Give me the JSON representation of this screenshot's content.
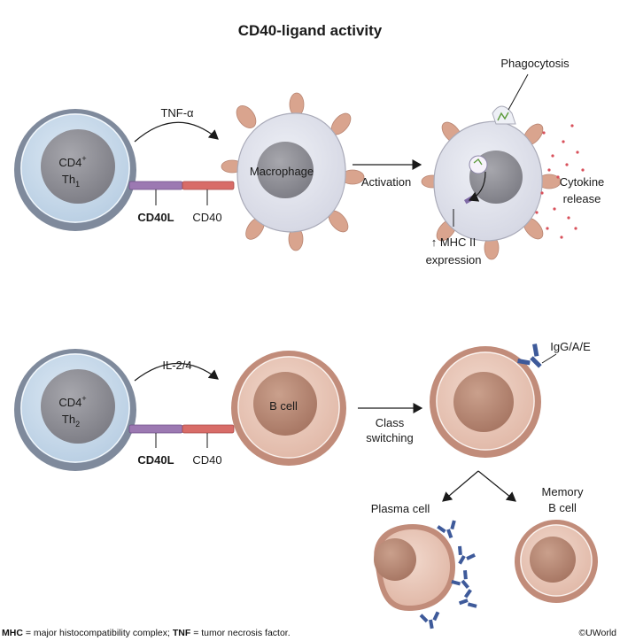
{
  "title": "CD40-ligand activity",
  "top_panel": {
    "th_cell": {
      "line1": "CD4",
      "sup": "+",
      "line2": "Th",
      "sub": "1"
    },
    "cytokine": "TNF-α",
    "ligand_label": "CD40L",
    "receptor_label": "CD40",
    "target_cell": "Macrophage",
    "arrow_label": "Activation",
    "phagocytosis": "Phagocytosis",
    "cytokine_release": [
      "Cytokine",
      "release"
    ],
    "mhc": [
      "↑ MHC II",
      "expression"
    ]
  },
  "bottom_panel": {
    "th_cell": {
      "line1": "CD4",
      "sup": "+",
      "line2": "Th",
      "sub": "2"
    },
    "cytokine": "IL-2/4",
    "ligand_label": "CD40L",
    "receptor_label": "CD40",
    "target_cell": "B cell",
    "arrow_label": [
      "Class",
      "switching"
    ],
    "antibody_label": "IgG/A/E",
    "plasma_cell": "Plasma cell",
    "memory_cell": [
      "Memory",
      "B cell"
    ]
  },
  "footer": {
    "abbr1": "MHC",
    "def1": " = major histocompatibility complex; ",
    "abbr2": "TNF",
    "def2": " = tumor necrosis factor."
  },
  "copyright": "©UWorld",
  "colors": {
    "t_cell_outer": "#7f8a9c",
    "t_cell_cytoplasm": "#c9dcec",
    "t_cell_nucleus": "#8e8e94",
    "macrophage_body": "#e4e5ee",
    "b_cell_outer": "#c18c7a",
    "b_cell_cytoplasm": "#e9c9bb",
    "b_cell_nucleus": "#b7856f",
    "cd40l": "#9c79b2",
    "cd40": "#d86c68",
    "antibody": "#3e5a9a",
    "cytokine_dots": "#d8505a"
  }
}
